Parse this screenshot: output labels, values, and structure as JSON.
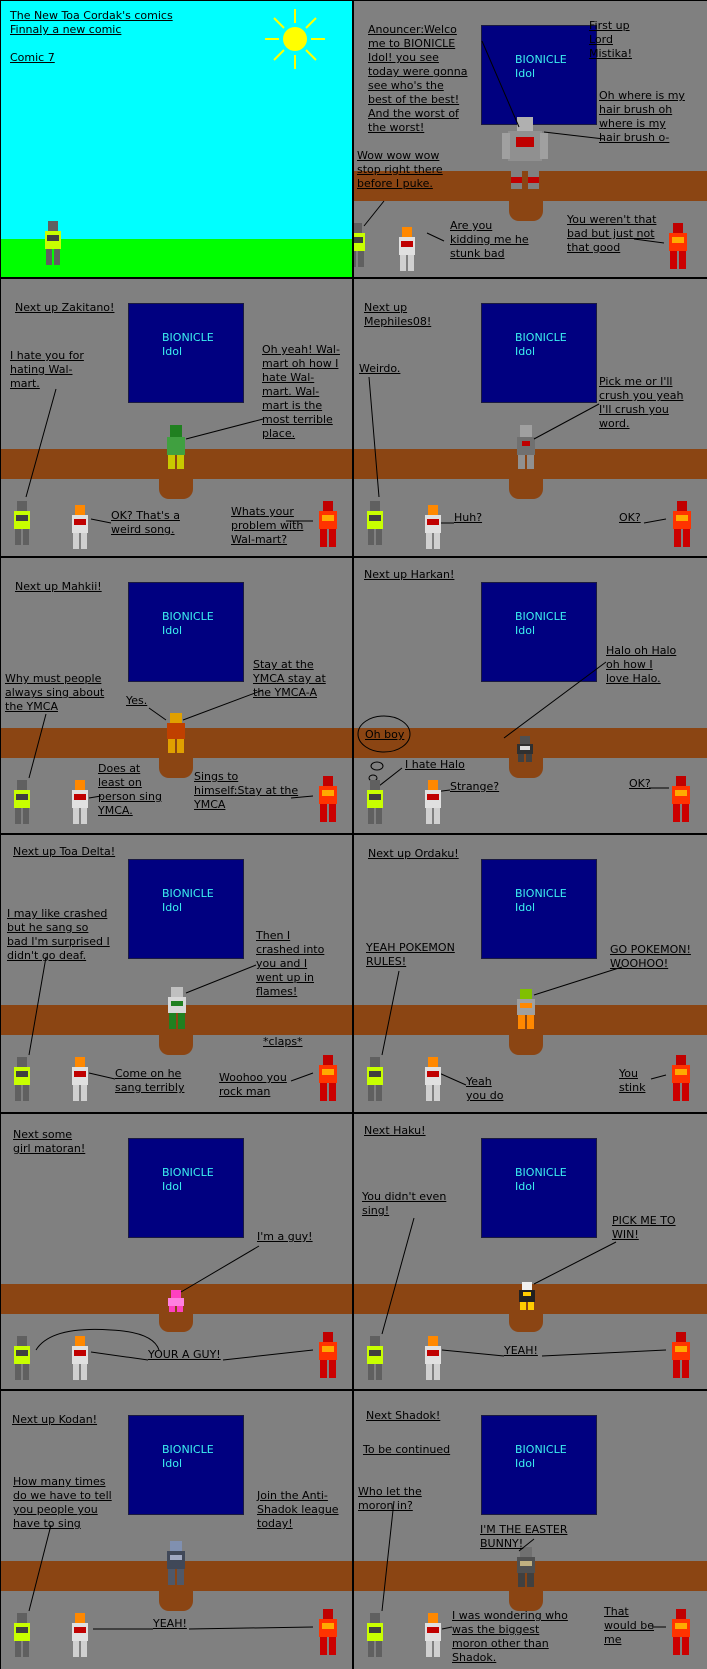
{
  "comic": {
    "title": "The New Toa Cordak's comics",
    "subtitle": "Finnaly a new comic",
    "number": "Comic 7",
    "screen_line1": "BIONICLE",
    "screen_line2": "Idol"
  },
  "p2": {
    "announcer": "Anouncer:Welco me to BIONICLE Idol! you see today were gonna see who's the best of the best! And the worst of the worst!",
    "first": "First up Lord Mistika!",
    "brush": "Oh where is my hair brush oh where is my hair brush o-",
    "wow": "Wow wow wow stop right there before I puke.",
    "kidding": "Are you kidding me he stunk bad",
    "werent": "You weren't that bad but just not that good"
  },
  "p3": {
    "next": "Next up Zakitano!",
    "hate": "I hate you for hating Wal-mart.",
    "song": "Oh yeah! Wal-mart oh how I hate Wal-mart. Wal-mart is the most terrible place.",
    "weird": "OK? That's a weird song.",
    "problem": "Whats your problem with Wal-mart?"
  },
  "p4": {
    "next": "Next up Mephiles08!",
    "weirdo": "Weirdo.",
    "pick": "Pick me or I'll crush you yeah I'll crush you word.",
    "huh": "Huh?",
    "ok": "OK?"
  },
  "p5": {
    "next": "Next up Mahkii!",
    "why": "Why must people always sing about the YMCA",
    "yes": "Yes.",
    "stay": "Stay at the YMCA stay at the YMCA-A",
    "does": "Does at least on person sing YMCA.",
    "sings": "Sings to himself:Stay at the YMCA"
  },
  "p6": {
    "next": "Next up Harkan!",
    "halo": "Halo oh Halo oh how I love Halo.",
    "ohboy": "Oh boy",
    "hatehalo": "I hate Halo",
    "strange": "Strange?",
    "ok": "OK?"
  },
  "p7": {
    "next": "Next up Toa Delta!",
    "crashed": "I may like crashed but he sang so bad I'm surprised I didn't go deaf.",
    "then": "Then I crashed into you and I went up in flames!",
    "claps": "*claps*",
    "comeon": "Come on he sang terribly",
    "woohoo": "Woohoo you rock man"
  },
  "p8": {
    "next": "Next up Ordaku!",
    "yeah": "YEAH POKEMON RULES!",
    "go": "GO POKEMON! WOOHOO!",
    "yeahyou": "Yeah you do",
    "stink": "You stink"
  },
  "p9": {
    "next": "Next some girl matoran!",
    "guy": "I'm a guy!",
    "youra": "YOUR A GUY!"
  },
  "p10": {
    "next": "Next Haku!",
    "sing": "You didn't even sing!",
    "pick": "PICK ME TO WIN!",
    "yeah": "YEAH!"
  },
  "p11": {
    "next": "Next up Kodan!",
    "how": "How many times do we have to tell you people you have to sing",
    "join": "Join the Anti-Shadok league today!",
    "yeah": "YEAH!"
  },
  "p12": {
    "next": "Next Shadok!",
    "tbc": "To be continued",
    "who": "Who let the moron in?",
    "easter": "I'M THE EASTER BUNNY!",
    "wondering": "I was wondering who was the biggest moron other than Shadok.",
    "that": "That would be me"
  },
  "colors": {
    "sky": "#00ffff",
    "grass": "#00ff00",
    "sun": "#ffff00",
    "panel": "#808080",
    "stage": "#8b4513",
    "screen": "#000080",
    "screen_text": "#3cf0f0"
  }
}
